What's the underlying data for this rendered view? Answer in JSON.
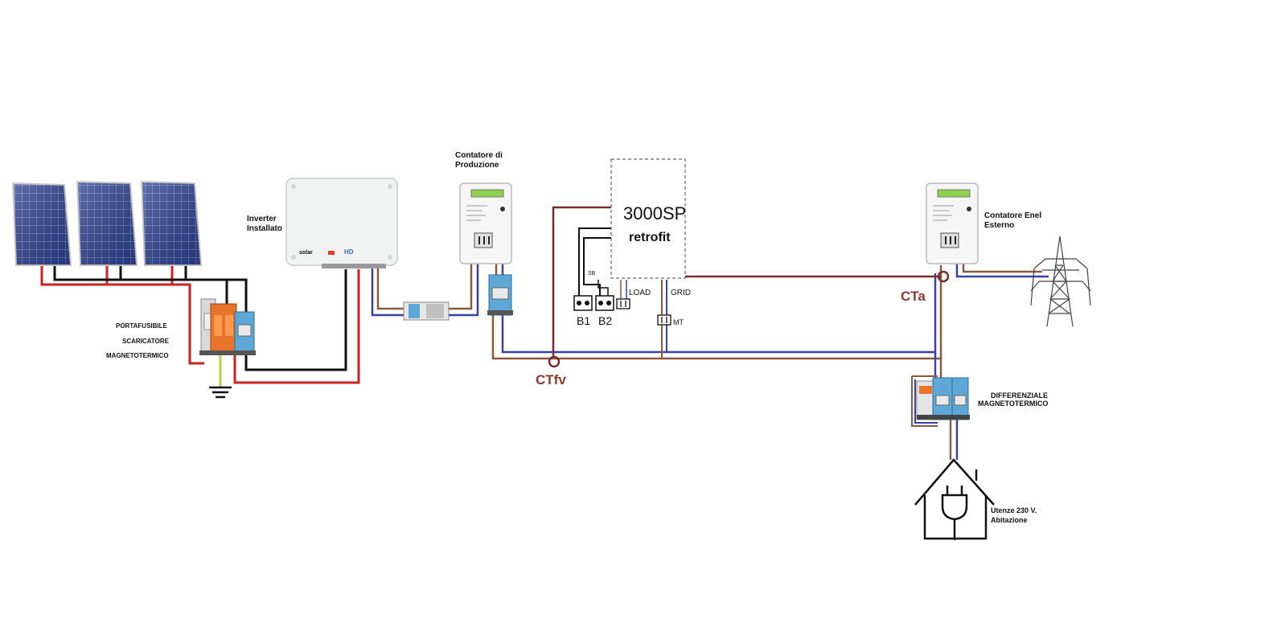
{
  "labels": {
    "inverter_line1": "Inverter",
    "inverter_line2": "Installato",
    "inverter_brand": "solar",
    "inverter_model": "HD",
    "prod_meter_line1": "Contatore di",
    "prod_meter_line2": "Produzione",
    "retrofit_line1": "3000SP",
    "retrofit_line2": "retrofit",
    "load": "LOAD",
    "grid": "GRID",
    "mt": "MT",
    "b1": "B1",
    "b2": "B2",
    "sb": "SB",
    "ext_meter_line1": "Contatore Enel",
    "ext_meter_line2": "Esterno",
    "protection_line1": "PORTAFUSIBILE",
    "protection_line2": "SCARICATORE",
    "protection_line3": "MAGNETOTERMICO",
    "ctfv": "CTfv",
    "cta": "CTa",
    "diff_line1": "DIFFERENZIALE",
    "diff_line2": "MAGNETOTERMICO",
    "utenze_line1": "Utenze 230 V.",
    "utenze_line2": "Abitazione"
  },
  "colors": {
    "dc_positive": "#cc2222",
    "dc_negative": "#111111",
    "phase": "#8b5a3c",
    "neutral": "#3b3fa8",
    "ct_wire": "#7a2e2a",
    "panel": "#2d3f8f",
    "breaker_blue": "#5ea8d8",
    "breaker_orange": "#e8742c",
    "display_green": "#8fd14f"
  }
}
